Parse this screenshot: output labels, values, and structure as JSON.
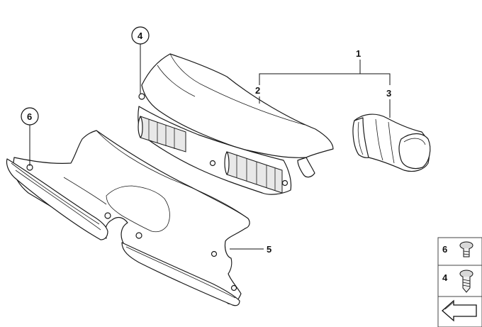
{
  "callouts": {
    "c1": "1",
    "c2": "2",
    "c3": "3",
    "c4": "4",
    "c5": "5",
    "c6": "6"
  },
  "legend": {
    "item_6": "6",
    "item_4": "4"
  },
  "icons": [
    "bolt-icon",
    "screw-icon",
    "arrow-icon"
  ]
}
